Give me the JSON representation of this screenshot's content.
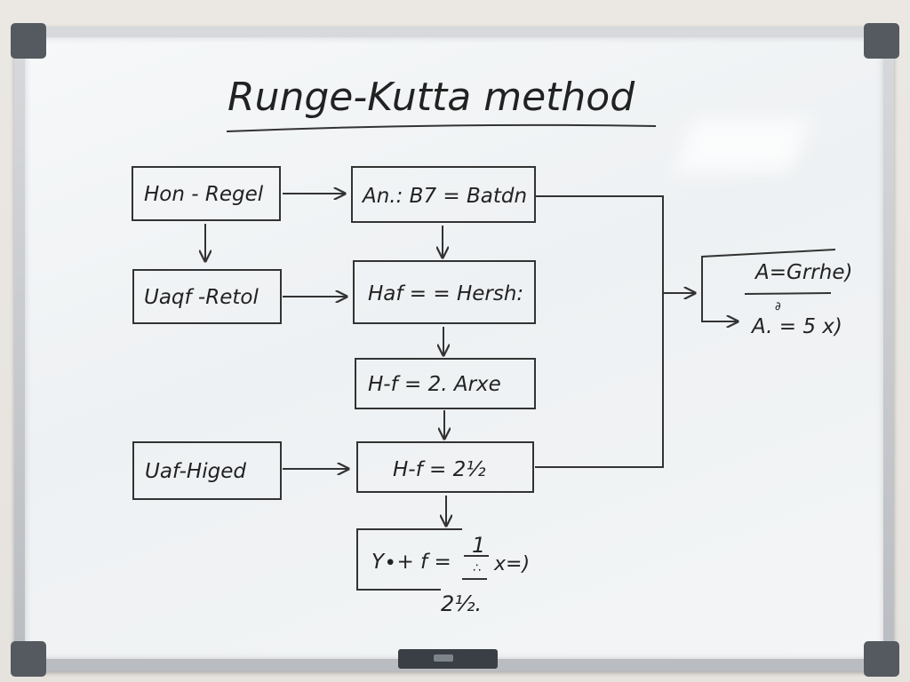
{
  "title": "Runge-Kutta method",
  "boxes": {
    "left_1": "Hon - Regel",
    "left_2": "Uaqf -Retol",
    "left_3": "Uaf-Higed",
    "center_1": "An.: B7 = Batdn",
    "center_2": "Haf = = Hersh:",
    "center_3": "H-f = 2. Arxe",
    "center_4": "H-f = 2½",
    "bottom_formula_left": "Y∙+ f =",
    "bottom_fraction_top": "1",
    "bottom_fraction_mid": "∴",
    "bottom_formula_right": "x=)",
    "bottom_below": "2½."
  },
  "right_panel": {
    "line_1": "A=Grrhe)",
    "line_mid": "∂",
    "line_2": "A. = 5 x)"
  },
  "colors": {
    "ink": "#222222",
    "frame": "#c8cbcf",
    "corner": "#555a60",
    "board": "#f2f4f5"
  }
}
